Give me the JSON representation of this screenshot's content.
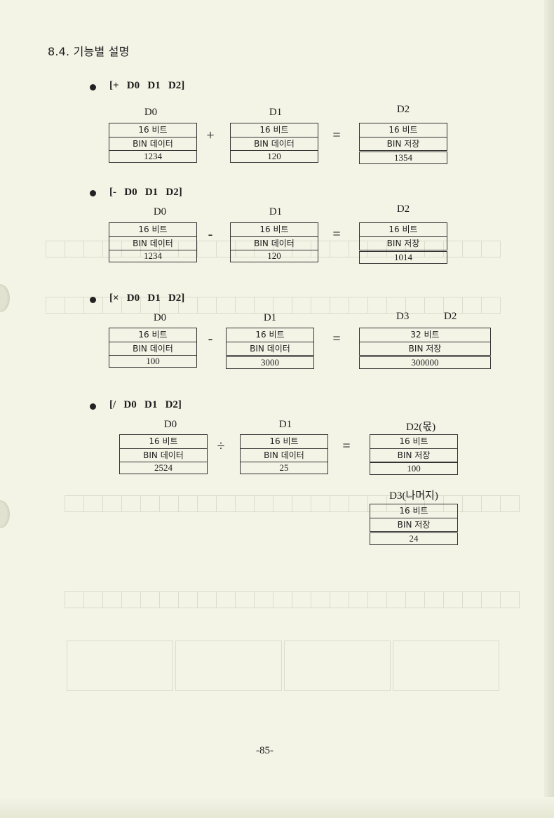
{
  "section_heading": "8.4. 기능별 설명",
  "page_number": "-85-",
  "operations": [
    {
      "title": "[+   D0   D1   D2]",
      "operator": "+",
      "equals": "=",
      "operands": [
        {
          "label": "D0",
          "line1": "16 비트",
          "line2": "BIN 데이터",
          "value": "1234"
        },
        {
          "label": "D1",
          "line1": "16 비트",
          "line2": "BIN 데이터",
          "value": "120"
        }
      ],
      "result": {
        "label": "D2",
        "line1": "16 비트",
        "line2": "BIN 저장",
        "value": "1354"
      }
    },
    {
      "title": "[-   D0   D1   D2]",
      "operator": "-",
      "equals": "=",
      "operands": [
        {
          "label": "D0",
          "line1": "16 비트",
          "line2": "BIN 데이터",
          "value": "1234"
        },
        {
          "label": "D1",
          "line1": "16 비트",
          "line2": "BIN 데이터",
          "value": "120"
        }
      ],
      "result": {
        "label": "D2",
        "line1": "16 비트",
        "line2": "BIN 저장",
        "value": "1014"
      }
    },
    {
      "title": "[×   D0   D1   D2]",
      "operator": "-",
      "equals": "=",
      "operands": [
        {
          "label": "D0",
          "line1": "16 비트",
          "line2": "BIN 데이터",
          "value": "100"
        },
        {
          "label": "D1",
          "line1": "16 비트",
          "line2": "BIN 데이터",
          "value": "3000"
        }
      ],
      "result": {
        "label_a": "D3",
        "label_b": "D2",
        "line1": "32 비트",
        "line2": "BIN 저장",
        "value": "300000"
      }
    },
    {
      "title": "[/   D0   D1   D2]",
      "operator": "÷",
      "equals": "=",
      "operands": [
        {
          "label": "D0",
          "line1": "16 비트",
          "line2": "BIN 데이터",
          "value": "2524"
        },
        {
          "label": "D1",
          "line1": "16 비트",
          "line2": "BIN 데이터",
          "value": "25"
        }
      ],
      "result": {
        "label": "D2(몫)",
        "line1": "16 비트",
        "line2": "BIN 저장",
        "value": "100"
      },
      "remainder": {
        "label": "D3(나머지)",
        "line1": "16 비트",
        "line2": "BIN 저장",
        "value": "24"
      }
    }
  ]
}
